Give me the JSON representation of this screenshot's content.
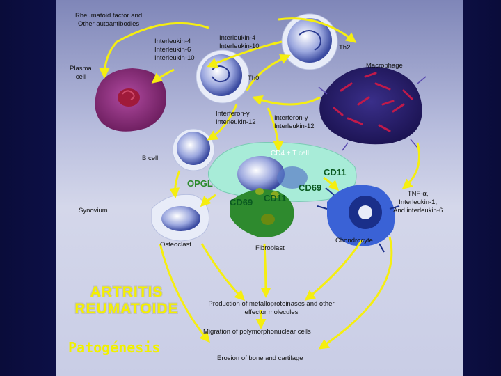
{
  "labels": {
    "rheumatoid": "Rheumatoid factor and\nOther autoantibodies",
    "il_left": "Interleukin-4\nInterleukin-6\nInterleukin-10",
    "il_right": "Interleukin-4\nInterleukin-10",
    "th2": "Th2",
    "plasma": "Plasma\ncell",
    "macrophage": "Macrophage",
    "th0": "Th0",
    "ifn_left": "Interferon-γ\nInterleukin-12",
    "ifn_right": "Interferon-γ\nInterleukin-12",
    "cd4": "CD4 + T cell",
    "bcell": "B cell",
    "cd11_top": "CD11",
    "opgl": "OPGL",
    "cd69_right": "CD69",
    "cd69_left": "CD69",
    "cd11_mid": "CD11",
    "tnf": "TNF-α,\nInterleukin-1,\nAnd interleukin-6",
    "synovium": "Synovium",
    "chondrocyte": "Chondrocyte",
    "osteoclast": "Osteoclast",
    "fibroblast": "Fibroblast",
    "production": "Production of metalloproteinases and other\neffector molecules",
    "migration": "Migration of polymorphonuclear cells",
    "erosion": "Erosion of bone and cartilage"
  },
  "title": {
    "line1": "ARTRITIS",
    "line2": "REUMATOIDE",
    "subtitle": "Patogénesis"
  },
  "colors": {
    "arrow": "#f5ee10",
    "title": "#f4f000",
    "plasma_cell": "#8b2a7a",
    "macrophage": "#2a1f6e",
    "tcell": "#9fe6d4",
    "chondrocyte": "#1a3fbf"
  }
}
